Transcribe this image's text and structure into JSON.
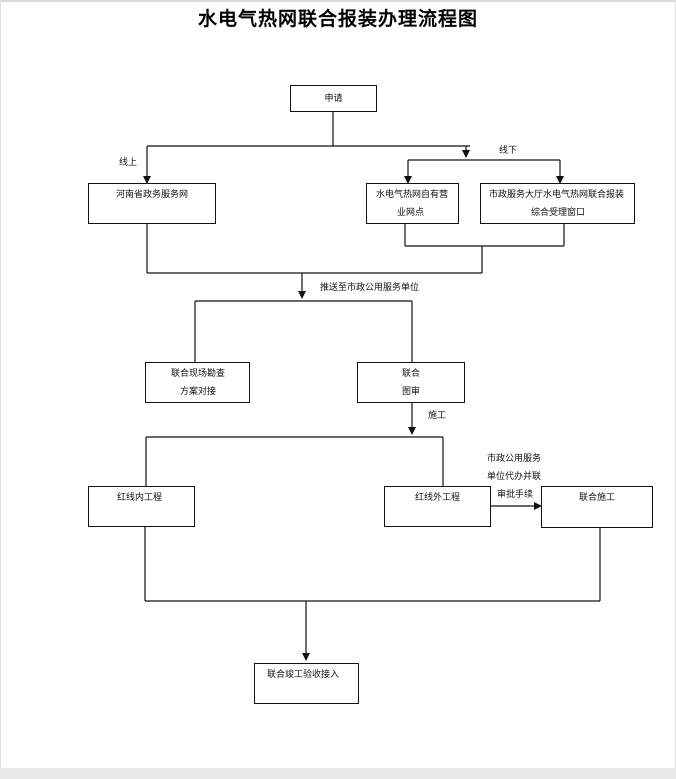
{
  "title": "水电气热网联合报装办理流程图",
  "nodes": {
    "apply": "申请",
    "online_portal": "河南省政务服务网",
    "self_outlet": [
      "水电气热网自有营",
      "业网点"
    ],
    "hall_window": [
      "市政服务大厅水电气热网联合报装",
      "综合受理窗口"
    ],
    "joint_survey": [
      "联合现场勘查",
      "方案对接"
    ],
    "joint_review": [
      "联合",
      "图审"
    ],
    "inside_redline": "红线内工程",
    "outside_redline": "红线外工程",
    "joint_construction": "联合施工",
    "joint_acceptance": "联合竣工验收接入"
  },
  "labels": {
    "online": "线上",
    "offline": "线下",
    "push_to_units": "推送至市政公用服务单位",
    "construction": "施工",
    "approval_proxy": [
      "市政公用服务",
      "单位代办并联",
      "审批手续"
    ]
  },
  "colors": {
    "line": "#111111",
    "box_border": "#111111",
    "background": "#ffffff"
  }
}
